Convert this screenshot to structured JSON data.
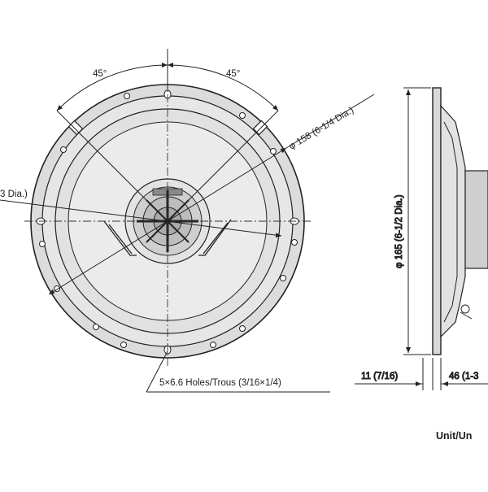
{
  "front_view": {
    "angle_left": "45°",
    "angle_right": "45°",
    "diameter_outer": "φ 158 (6-1/4 Dia.)",
    "diameter_inner_partial": "3 Dia.)",
    "holes_note": "5×6.6 Holes/Trous (3/16×1/4)"
  },
  "side_view": {
    "diameter_height": "φ 165 (6-1/2 Dia.)",
    "flange_depth": "11 (7/16)",
    "mount_depth": "46 (1-3"
  },
  "unit_label": "Unit/Un"
}
